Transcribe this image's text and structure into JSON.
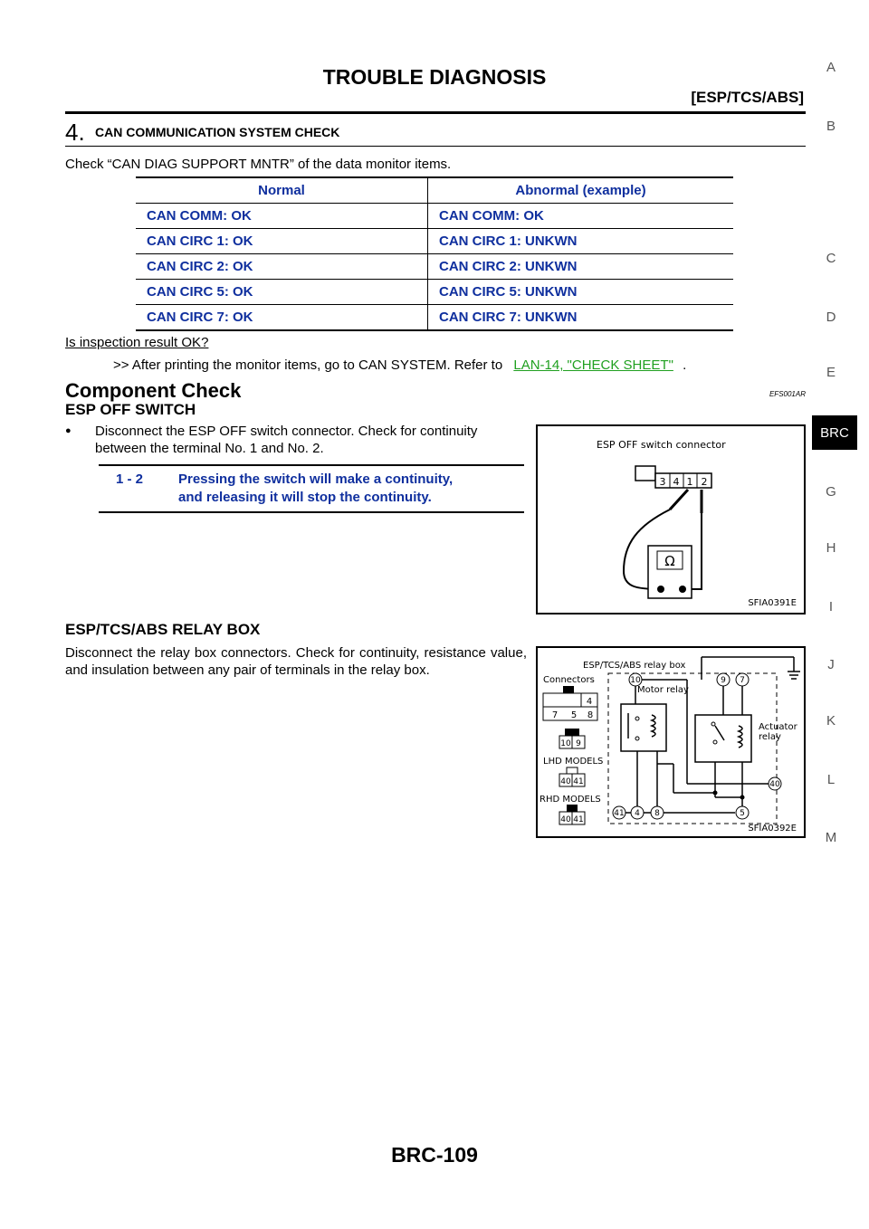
{
  "header": {
    "title": "TROUBLE DIAGNOSIS",
    "subtitle": "[ESP/TCS/ABS]"
  },
  "side_index": {
    "letters": [
      "A",
      "B",
      "C",
      "D",
      "E",
      "BRC",
      "G",
      "H",
      "I",
      "J",
      "K",
      "L",
      "M"
    ],
    "active": "BRC"
  },
  "step4": {
    "number": "4.",
    "title": "CAN COMMUNICATION SYSTEM CHECK",
    "instruction": "Check “CAN DIAG SUPPORT MNTR” of the data monitor items.",
    "table": {
      "headers": [
        "Normal",
        "Abnormal (example)"
      ],
      "rows": [
        [
          "CAN COMM: OK",
          "CAN COMM: OK"
        ],
        [
          "CAN CIRC 1: OK",
          "CAN CIRC 1: UNKWN"
        ],
        [
          "CAN CIRC 2: OK",
          "CAN CIRC 2: UNKWN"
        ],
        [
          "CAN CIRC 5: OK",
          "CAN CIRC 5: UNKWN"
        ],
        [
          "CAN CIRC 7: OK",
          "CAN CIRC 7: UNKWN"
        ]
      ]
    },
    "question": "Is inspection result OK?",
    "result_prefix": ">> After printing the monitor items, go to CAN SYSTEM. Refer to",
    "result_link": "LAN-14, \"CHECK SHEET\"",
    "result_suffix": "."
  },
  "component_check": {
    "title": "Component Check",
    "code": "EFS001AR",
    "esp_off": {
      "title": "ESP OFF SWITCH",
      "bullet": "Disconnect the ESP OFF  switch connector. Check for continuity between the terminal No. 1 and No. 2.",
      "terminals": "1 - 2",
      "condition_line1": "Pressing the switch will make a continuity,",
      "condition_line2": "and releasing it will stop the continuity.",
      "figure": {
        "label": "ESP OFF switch connector",
        "pins": [
          "3",
          "4",
          "1",
          "2"
        ],
        "meter_symbol": "Ω",
        "id": "SFIA0391E"
      }
    },
    "relay_box": {
      "title": "ESP/TCS/ABS RELAY BOX",
      "text": "Disconnect the relay box connectors. Check for continuity, resistance value, and insulation between any pair of terminals in the relay box.",
      "figure": {
        "title": "ESP/TCS/ABS relay box",
        "connectors_label": "Connectors",
        "motor_relay": "Motor relay",
        "actuator_line1": "Actuator",
        "actuator_line2": "relay",
        "lhd": "LHD MODELS",
        "rhd": "RHD MODELS",
        "conn_top_row": [
          "4"
        ],
        "conn_bottom_row": [
          "7",
          "5",
          "8"
        ],
        "conn_pair": [
          "10",
          "9"
        ],
        "conn_lhd": [
          "40",
          "41"
        ],
        "conn_rhd": [
          "40",
          "41"
        ],
        "terminals": [
          "10",
          "9",
          "7",
          "40",
          "41",
          "4",
          "8",
          "5"
        ],
        "id": "SFIA0392E"
      }
    }
  },
  "footer": {
    "page": "BRC-109"
  }
}
